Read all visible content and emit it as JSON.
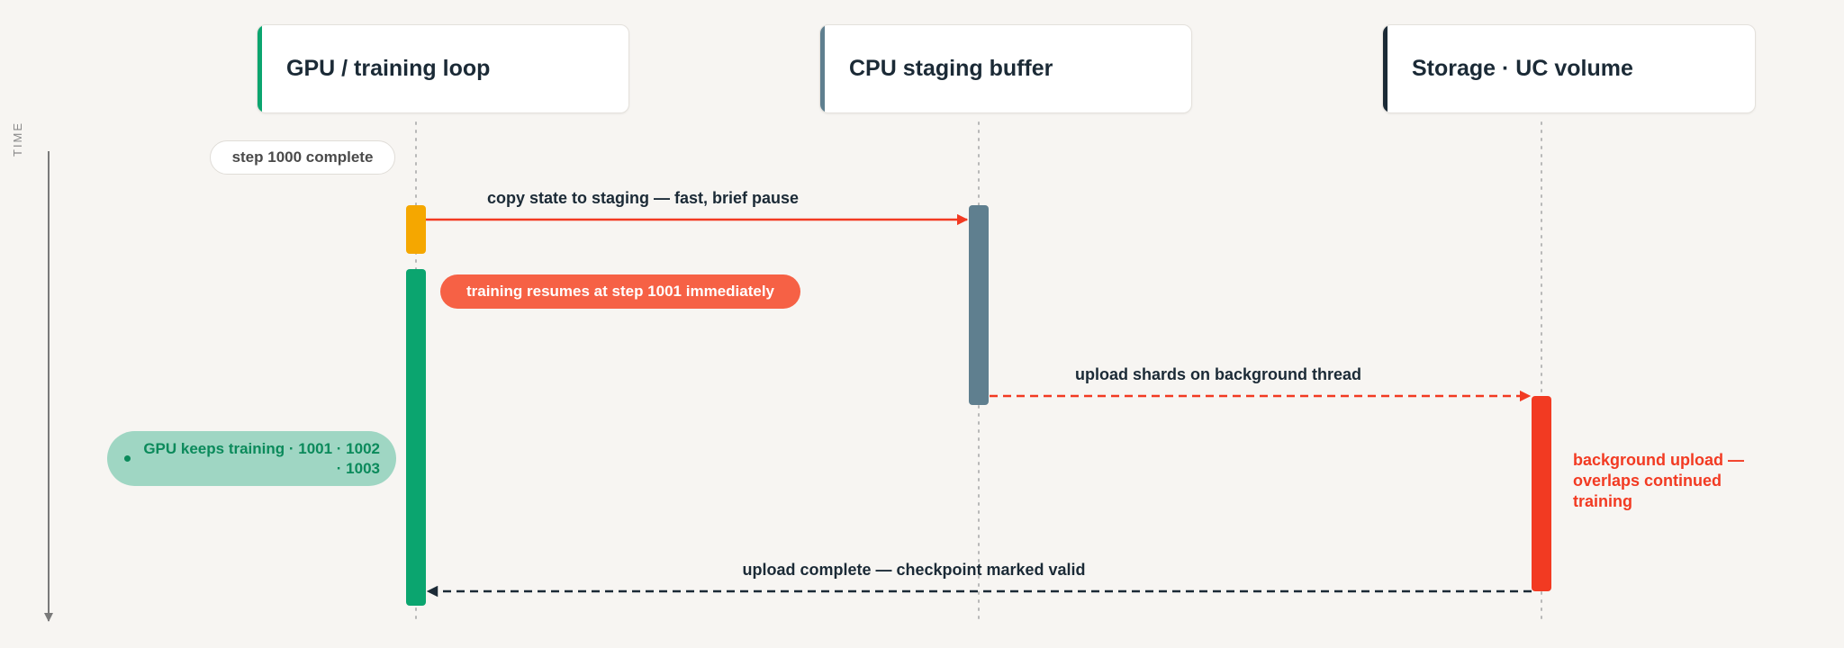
{
  "lanes": [
    {
      "title": "GPU / training loop",
      "accent": "#0ba56f"
    },
    {
      "title": "CPU staging buffer",
      "accent": "#5f7f8f"
    },
    {
      "title": "Storage · UC volume",
      "accent": "#1b2a36"
    }
  ],
  "time_label": "TIME",
  "notes": {
    "step_complete": "step 1000 complete",
    "training_resumes": "training resumes at step 1001 immediately",
    "gpu_keeps_training": "GPU keeps training · 1001 · 1002 · 1003",
    "background_upload": "background upload — overlaps continued training"
  },
  "messages": [
    {
      "label": "copy state to staging — fast, brief pause",
      "from": "GPU / training loop",
      "to": "CPU staging buffer",
      "style": "solid",
      "color": "#f23a22"
    },
    {
      "label": "upload shards on background thread",
      "from": "CPU staging buffer",
      "to": "Storage · UC volume",
      "style": "dashed",
      "color": "#f23a22"
    },
    {
      "label": "upload complete — checkpoint marked valid",
      "from": "Storage · UC volume",
      "to": "GPU / training loop",
      "style": "dashed",
      "color": "#1b2a36"
    }
  ],
  "colors": {
    "pause_bar": "#f5a700",
    "training_bar": "#0ba56f",
    "staging_bar": "#5f7f8f",
    "upload_bar": "#f23a22",
    "lifeline": "#b8b8b8",
    "time_axis": "#7a7a7a"
  }
}
